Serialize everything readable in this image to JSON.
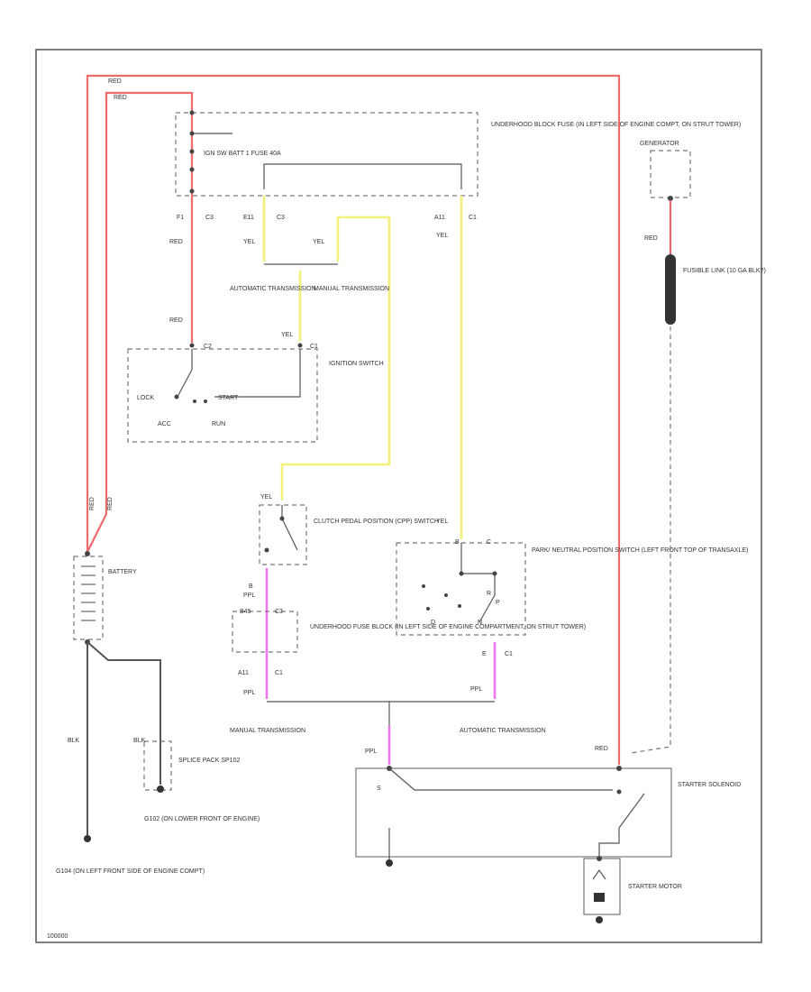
{
  "fuse_block": {
    "title": "UNDERHOOD BLOCK FUSE (IN LEFT SIDE OF ENGINE COMPT, ON STRUT TOWER)",
    "fuse_label": "IGN SW BATT 1 FUSE 40A",
    "pin_c3_left": "F1",
    "conn_c3_left": "C3",
    "pin_c3_mid": "E11",
    "conn_c3_mid": "C3",
    "pin_c1_right": "A11",
    "conn_c1_right": "C1"
  },
  "wires": {
    "red": "RED",
    "yel": "YEL",
    "ppl": "PPL",
    "blk": "BLK"
  },
  "trans_labels": {
    "automatic": "AUTOMATIC TRANSMISSION",
    "manual": "MANUAL TRANSMISSION"
  },
  "ignition_switch": {
    "title": "IGNITION SWITCH",
    "conn_c2": "C2",
    "conn_c1": "C1",
    "pos_lock": "LOCK",
    "pos_start": "START",
    "pos_acc": "ACC",
    "pos_run": "RUN"
  },
  "battery": {
    "label": "BATTERY"
  },
  "clutch_switch": {
    "title": "CLUTCH PEDAL POSITION (CPP) SWITCH"
  },
  "pnp_switch": {
    "title": "PARK/ NEUTRAL POSITION SWITCH (LEFT FRONT TOP OF TRANSAXLE)",
    "pin_top": "B",
    "pin_side": "C",
    "pos_r": "R",
    "pos_p": "P",
    "pos_d": "D",
    "pos_n": "N",
    "pin_bottom": "E",
    "conn_bottom": "C1"
  },
  "fuse_block_lower": {
    "title": "UNDERHOOD FUSE BLOCK (IN LEFT SIDE OF ENGINE COMPARTMENT, ON STRUT TOWER)",
    "pin_top": "B",
    "pin_c3": "B45",
    "conn_c3": "C3",
    "pin_c1": "A11",
    "conn_c1": "C1"
  },
  "splice": {
    "label": "SPLICE PACK SP102"
  },
  "grounds": {
    "g102": "G102 (ON LOWER FRONT OF ENGINE)",
    "g104": "G104 (ON LEFT FRONT SIDE OF ENGINE COMPT)"
  },
  "generator": {
    "label": "GENERATOR"
  },
  "fusible_link": {
    "label": "FUSIBLE LINK (10 GA BLK?)"
  },
  "starter_solenoid": {
    "label": "STARTER SOLENOID",
    "pin_s": "S"
  },
  "starter_motor": {
    "label": "STARTER MOTOR"
  },
  "figure_id": "100000"
}
